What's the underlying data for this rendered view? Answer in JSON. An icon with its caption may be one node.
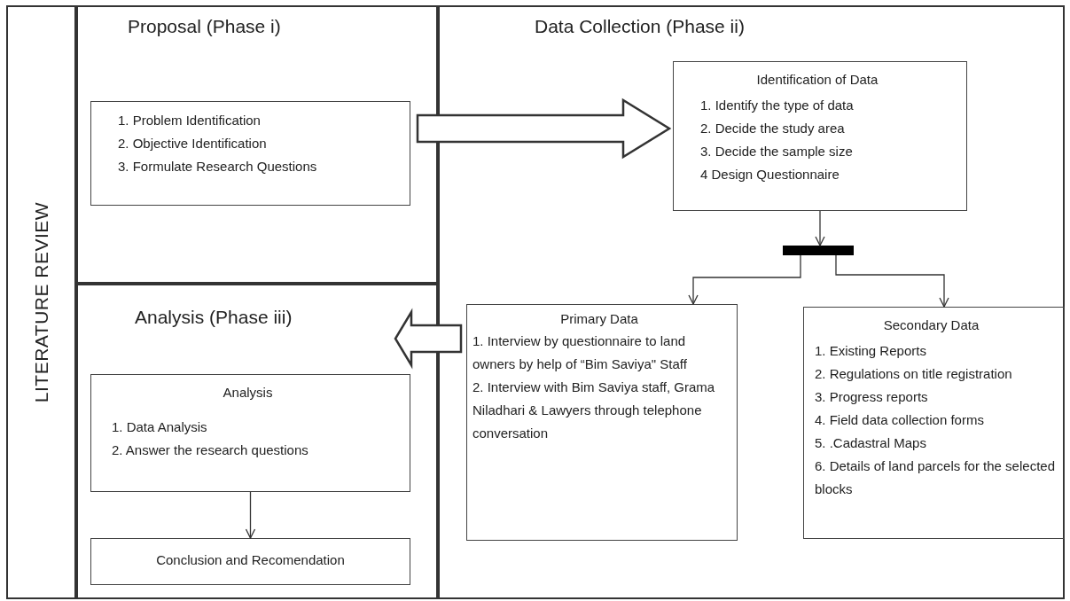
{
  "diagram": {
    "nodes": [
      {
        "text": [
          "LITERATURE REVIEW"
        ]
      },
      {
        "text": [
          "Proposal (Phase i)"
        ]
      },
      {
        "text": [
          "1. Problem Identification",
          "2. Objective Identification",
          "3. Formulate Research Questions"
        ],
        "in": 1
      },
      {
        "text": [
          "Data Collection (Phase ii)"
        ]
      },
      {
        "text": [
          "Identification of Data",
          "1. Identify the type of data",
          "2. Decide the study area",
          "3. Decide the sample size",
          "4 Design Questionnaire"
        ],
        "in": 3
      },
      {
        "text": [],
        "shape": "bar",
        "in": 3
      },
      {
        "text": [
          "Primary Data",
          "1. Interview by questionnaire to land owners by help of “Bim Saviya\" Staff",
          "2. Interview with Bim Saviya staff, Grama Niladhari & Lawyers through telephone conversation"
        ],
        "in": 3
      },
      {
        "text": [
          "Secondary Data",
          "1. Existing Reports",
          "2. Regulations on title registration",
          "3. Progress reports",
          "4. Field data collection forms",
          "5. .Cadastral Maps",
          "6. Details of land parcels for the selected blocks"
        ],
        "in": 3
      },
      {
        "text": [
          "Analysis (Phase iii)"
        ]
      },
      {
        "text": [
          "Analysis",
          "1. Data Analysis",
          "2. Answer the research questions"
        ],
        "in": 8
      },
      {
        "text": [
          "Conclusion and Recomendation"
        ],
        "in": 8
      }
    ],
    "edges": [
      {
        "from": 2,
        "to": 4,
        "arrow": "to",
        "style": "thick"
      },
      {
        "from": 4,
        "to": 5,
        "arrow": "to"
      },
      {
        "from": 5,
        "to": 6,
        "arrow": "to"
      },
      {
        "from": 5,
        "to": 7,
        "arrow": "to"
      },
      {
        "from": 6,
        "to": 8,
        "arrow": "to",
        "style": "thick"
      },
      {
        "from": 9,
        "to": 10,
        "arrow": "to"
      }
    ]
  }
}
